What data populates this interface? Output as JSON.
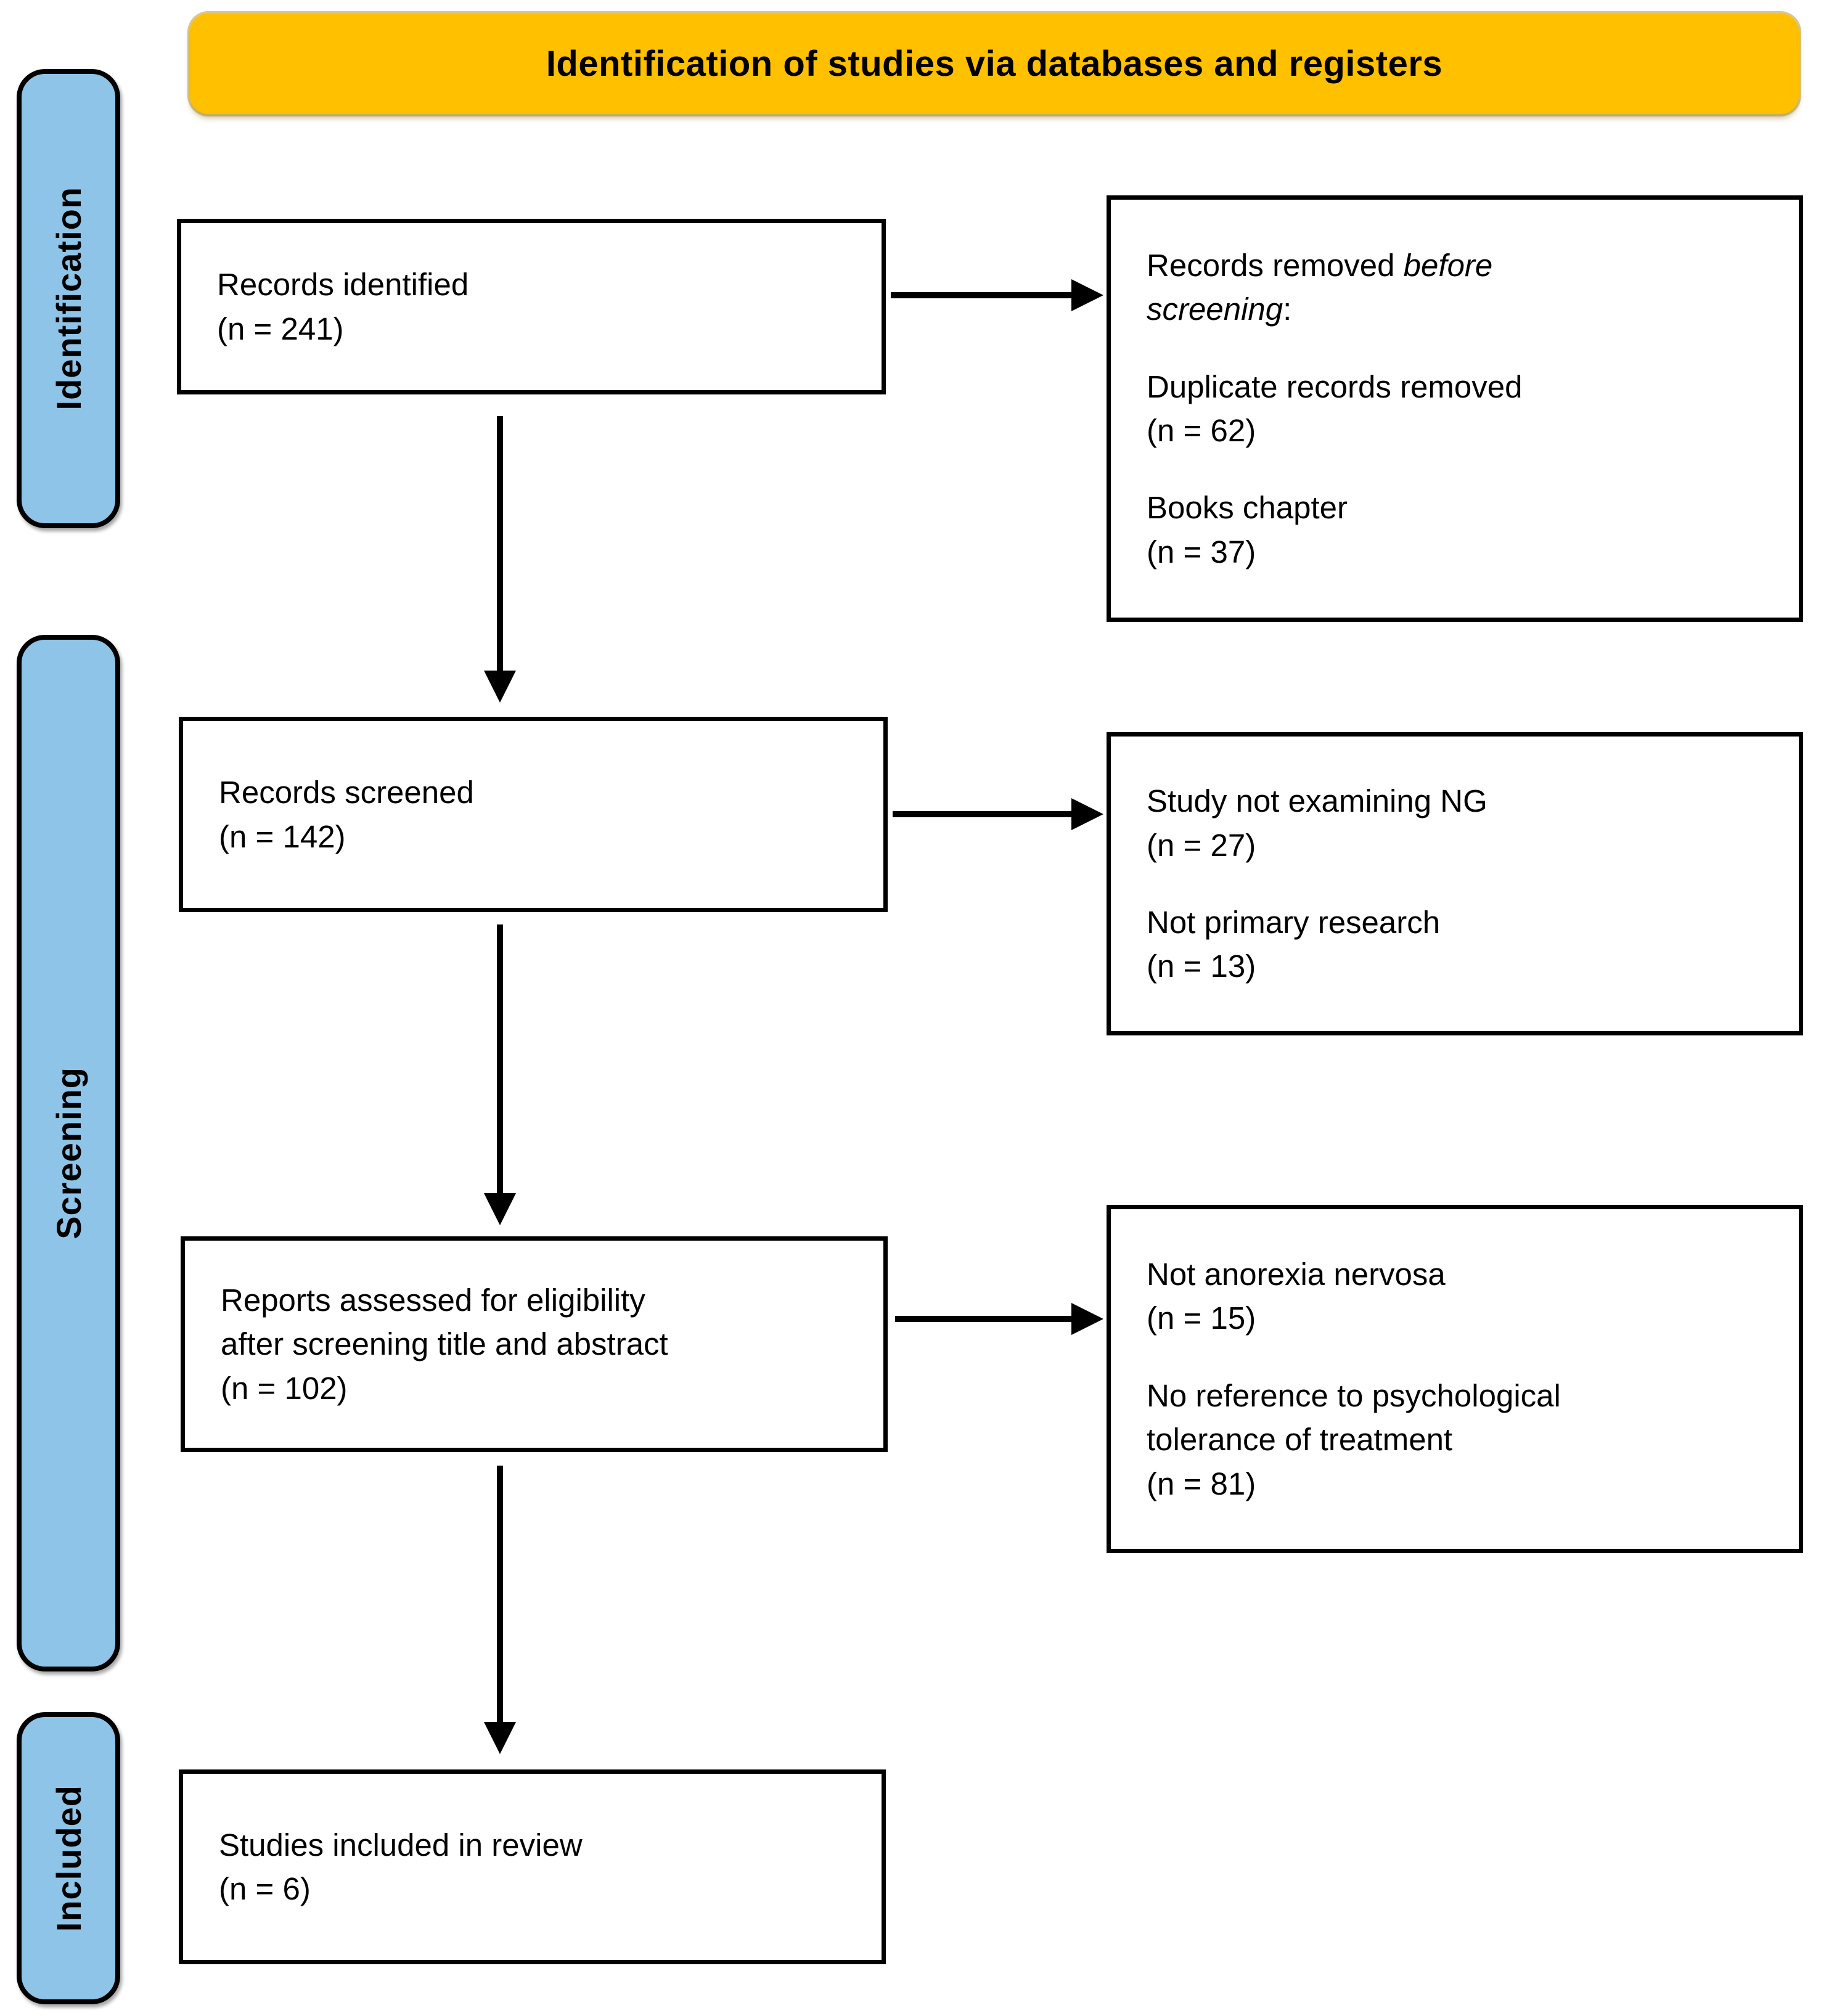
{
  "banner": {
    "label": "Identification of studies via databases and registers"
  },
  "stages": [
    {
      "label": "Identification"
    },
    {
      "label": "Screening"
    },
    {
      "label": "Included"
    }
  ],
  "boxes": {
    "records_identified": {
      "lines": [
        "Records identified",
        "(n = 241)"
      ]
    },
    "records_removed": {
      "heading": {
        "pre": "Records removed ",
        "italic_line1": "before",
        "italic_line2": "screening",
        "tail": ":"
      },
      "reasons": [
        {
          "lines": [
            "Duplicate records removed",
            "(n = 62)"
          ]
        },
        {
          "lines": [
            "Books chapter",
            "(n = 37)"
          ]
        }
      ]
    },
    "records_screened": {
      "lines": [
        "Records screened",
        "(n = 142)"
      ]
    },
    "screening_exclusions": {
      "reasons": [
        {
          "lines": [
            "Study not examining NG",
            "(n = 27)"
          ]
        },
        {
          "lines": [
            "Not primary research",
            "(n = 13)"
          ]
        }
      ]
    },
    "reports_assessed": {
      "lines": [
        "Reports assessed for eligibility",
        "after screening title and abstract",
        "(n = 102)"
      ]
    },
    "eligibility_exclusions": {
      "reasons": [
        {
          "lines": [
            "Not anorexia nervosa",
            "(n = 15)"
          ]
        },
        {
          "lines": [
            "No reference to psychological",
            "tolerance of treatment",
            "(n = 81)"
          ]
        }
      ]
    },
    "studies_included": {
      "lines": [
        "Studies included in review",
        "(n = 6)"
      ]
    }
  },
  "colors": {
    "banner_bg": "#FFC000",
    "stage_bg": "#8EC4E8",
    "box_border": "#000000",
    "text": "#000000"
  }
}
